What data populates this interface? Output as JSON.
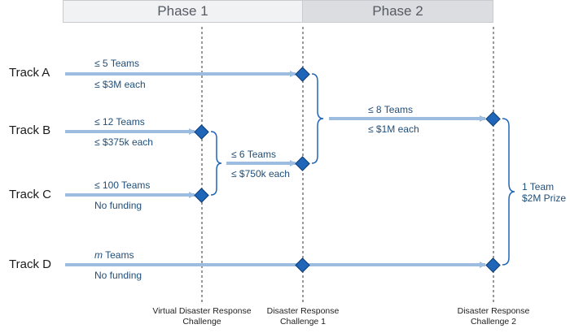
{
  "phases": [
    "Phase 1",
    "Phase 2"
  ],
  "tracks": [
    "Track A",
    "Track B",
    "Track C",
    "Track D"
  ],
  "labels": {
    "a_teams": "≤ 5 Teams",
    "a_funding": "≤ $3M each",
    "b_teams": "≤ 12 Teams",
    "b_funding": "≤ $375k each",
    "c_teams": "≤ 100 Teams",
    "c_funding": "No funding",
    "bc_teams": "≤ 6 Teams",
    "bc_funding": "≤ $750k each",
    "abc_teams": "≤ 8 Teams",
    "abc_funding": "≤ $1M each",
    "d_teams_var": "m",
    "d_teams": " Teams",
    "d_funding": "No funding",
    "final_teams": "1 Team",
    "final_prize": "$2M Prize"
  },
  "milestones": [
    "Virtual Disaster Response Challenge",
    "Disaster Response Challenge 1",
    "Disaster Response Challenge 2"
  ],
  "colors": {
    "arrow": "#9dbde0",
    "diamond": "#1f66b8",
    "text_blue": "#1f4e79"
  }
}
